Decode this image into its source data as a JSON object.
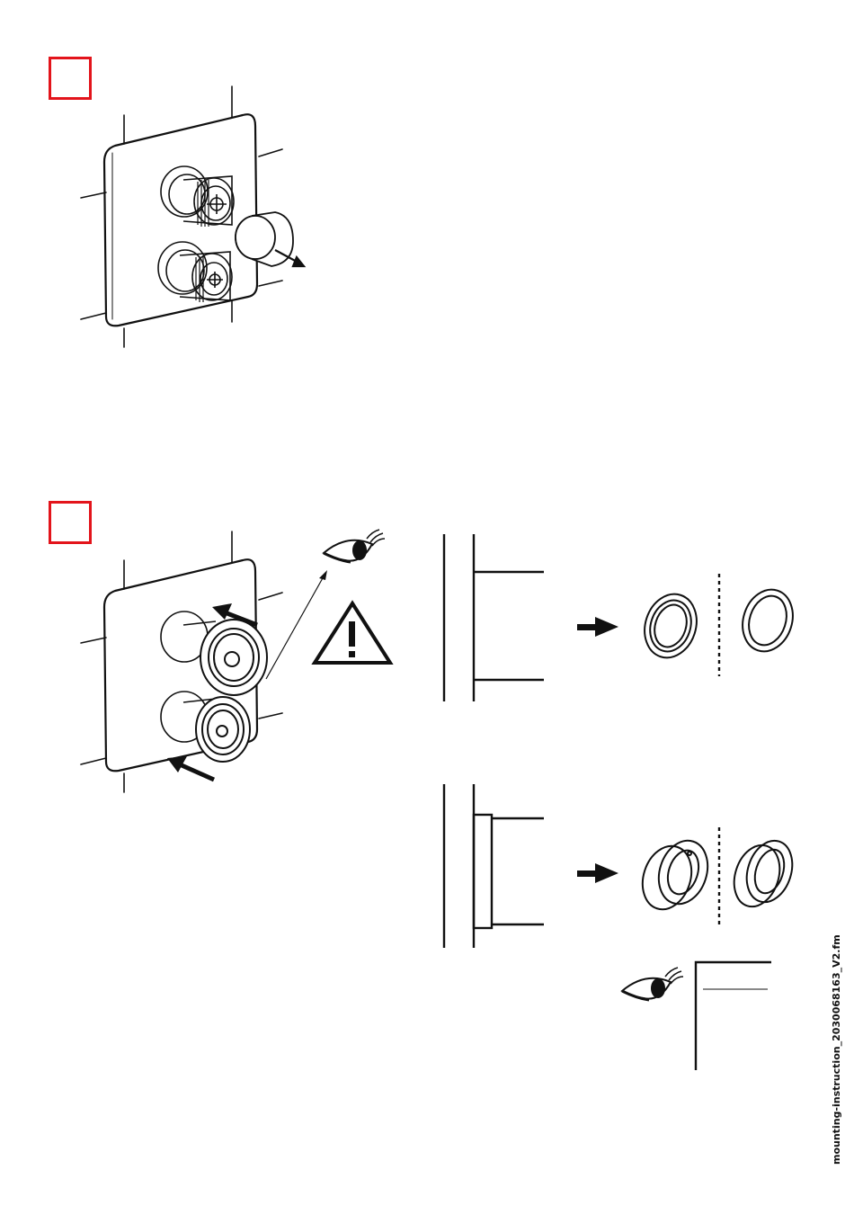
{
  "document": {
    "footer_filename": "mounting-instruction_2030068163_V2.fm"
  },
  "colors": {
    "step_marker": "#e3141b",
    "line_art": "#111111",
    "background": "#ffffff"
  },
  "steps": [
    {
      "id": "step-1",
      "number": "",
      "illustration": "remove-cap-from-wall-plate"
    },
    {
      "id": "step-2",
      "number": "",
      "illustration": "install-rosettes-and-check-wall-finish"
    }
  ],
  "icons": {
    "eye": "eye-icon",
    "warning": "warning-triangle-icon",
    "arrow": "arrow-right-icon"
  }
}
